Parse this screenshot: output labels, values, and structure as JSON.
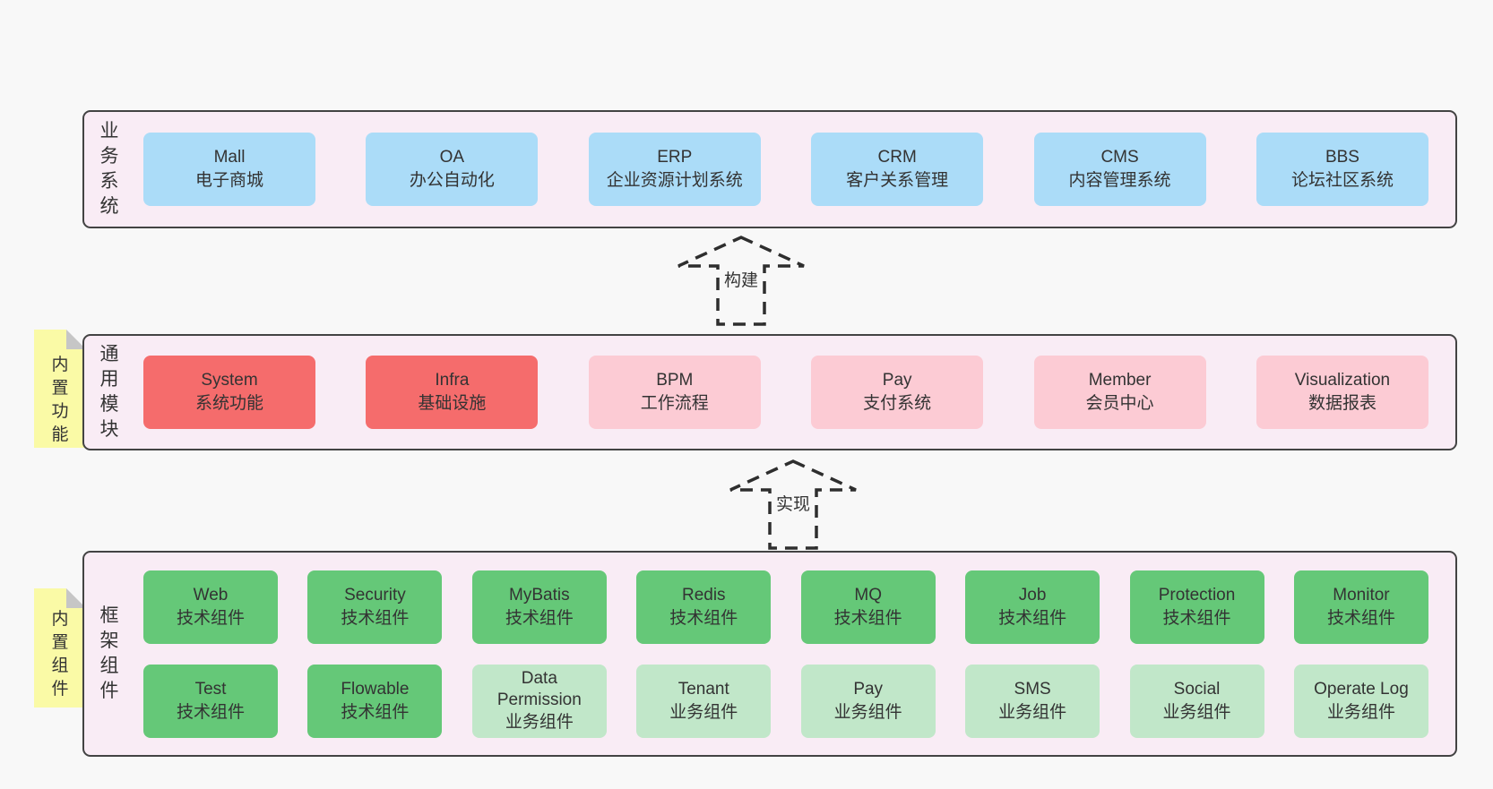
{
  "diagram": {
    "sections": [
      {
        "label": "业务系统",
        "boxes": [
          {
            "en": "Mall",
            "zh": "电子商城"
          },
          {
            "en": "OA",
            "zh": "办公自动化"
          },
          {
            "en": "ERP",
            "zh": "企业资源计划系统"
          },
          {
            "en": "CRM",
            "zh": "客户关系管理"
          },
          {
            "en": "CMS",
            "zh": "内容管理系统"
          },
          {
            "en": "BBS",
            "zh": "论坛社区系统"
          }
        ]
      },
      {
        "label": "通用模块",
        "note": "内置功能",
        "boxes": [
          {
            "en": "System",
            "zh": "系统功能"
          },
          {
            "en": "Infra",
            "zh": "基础设施"
          },
          {
            "en": "BPM",
            "zh": "工作流程"
          },
          {
            "en": "Pay",
            "zh": "支付系统"
          },
          {
            "en": "Member",
            "zh": "会员中心"
          },
          {
            "en": "Visualization",
            "zh": "数据报表"
          }
        ]
      },
      {
        "label": "框架组件",
        "note": "内置组件",
        "rows": [
          [
            {
              "en": "Web",
              "zh": "技术组件"
            },
            {
              "en": "Security",
              "zh": "技术组件"
            },
            {
              "en": "MyBatis",
              "zh": "技术组件"
            },
            {
              "en": "Redis",
              "zh": "技术组件"
            },
            {
              "en": "MQ",
              "zh": "技术组件"
            },
            {
              "en": "Job",
              "zh": "技术组件"
            },
            {
              "en": "Protection",
              "zh": "技术组件"
            },
            {
              "en": "Monitor",
              "zh": "技术组件"
            }
          ],
          [
            {
              "en": "Test",
              "zh": "技术组件"
            },
            {
              "en": "Flowable",
              "zh": "技术组件"
            },
            {
              "en": "Data Permission",
              "zh": "业务组件"
            },
            {
              "en": "Tenant",
              "zh": "业务组件"
            },
            {
              "en": "Pay",
              "zh": "业务组件"
            },
            {
              "en": "SMS",
              "zh": "业务组件"
            },
            {
              "en": "Social",
              "zh": "业务组件"
            },
            {
              "en": "Operate Log",
              "zh": "业务组件"
            }
          ]
        ]
      }
    ],
    "arrows": [
      {
        "label": "构建"
      },
      {
        "label": "实现"
      }
    ]
  },
  "colors": {
    "page_bg": "#f8f8f8",
    "panel_bg": "#f9ecf5",
    "panel_border": "#434343",
    "box_blue": "#abdcf8",
    "box_red": "#f56c6c",
    "box_pink": "#fccbd4",
    "box_green": "#65c878",
    "box_light_green": "#c1e7c9",
    "note_yellow": "#fafaa6",
    "note_fold_gray": "#c6c6c6",
    "text": "#333333"
  }
}
